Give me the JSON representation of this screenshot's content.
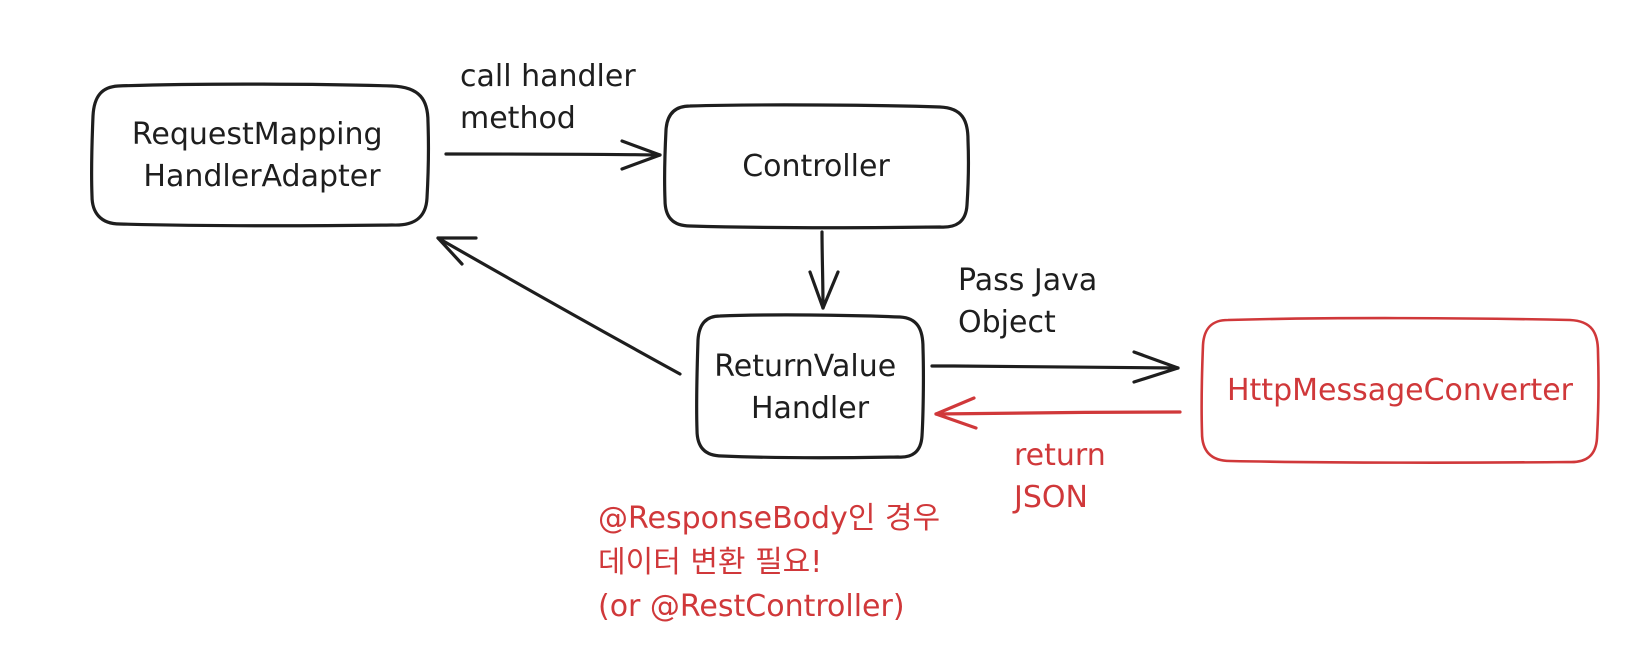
{
  "nodes": {
    "adapter": {
      "lines": [
        "RequestMapping",
        "HandlerAdapter"
      ],
      "color": "#1e1e1e"
    },
    "controller": {
      "lines": [
        "Controller"
      ],
      "color": "#1e1e1e"
    },
    "returnvalue": {
      "lines": [
        "ReturnValue",
        "Handler"
      ],
      "color": "#1e1e1e"
    },
    "converter": {
      "lines": [
        "HttpMessageConverter"
      ],
      "color": "#d0383a"
    }
  },
  "edges": {
    "call_handler": {
      "lines": [
        "call handler",
        "method"
      ]
    },
    "pass_object": {
      "lines": [
        "Pass Java",
        "Object"
      ]
    },
    "return_json": {
      "lines": [
        "return",
        "JSON"
      ]
    }
  },
  "note": {
    "lines": [
      "@ResponseBody인 경우",
      "데이터 변환 필요!",
      "(or @RestController)"
    ],
    "color": "#d0383a"
  },
  "colors": {
    "ink": "#1e1e1e",
    "accent_red": "#d0383a"
  }
}
